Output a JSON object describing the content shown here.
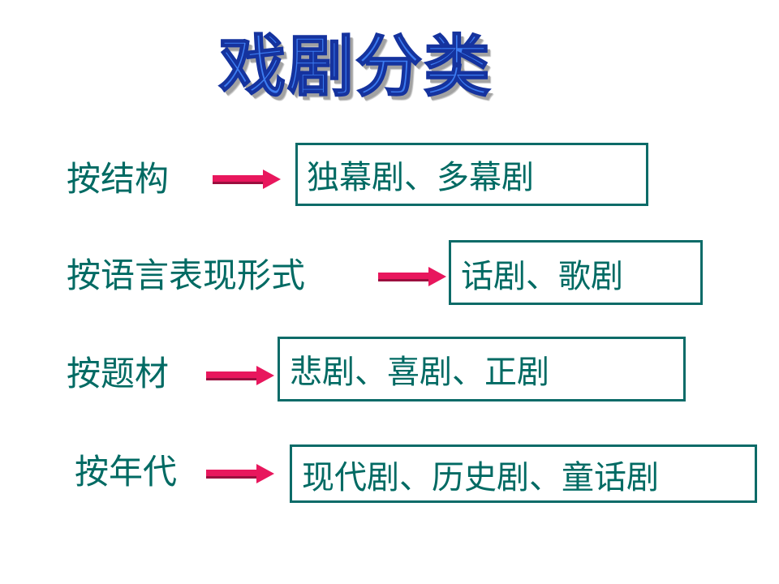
{
  "title": "戏剧分类",
  "rows": [
    {
      "label": "按结构",
      "result": "独幕剧、多幕剧"
    },
    {
      "label": "按语言表现形式",
      "result": "话剧、歌剧"
    },
    {
      "label": "按题材",
      "result": "悲剧、喜剧、正剧"
    },
    {
      "label": "按年代",
      "result": "现代剧、历史剧、童话剧"
    }
  ],
  "colors": {
    "title_fill": "#3d7df2",
    "title_outline": "#15339e",
    "text": "#006a63",
    "box_border": "#0c6b68",
    "arrow": "#e8175d"
  }
}
